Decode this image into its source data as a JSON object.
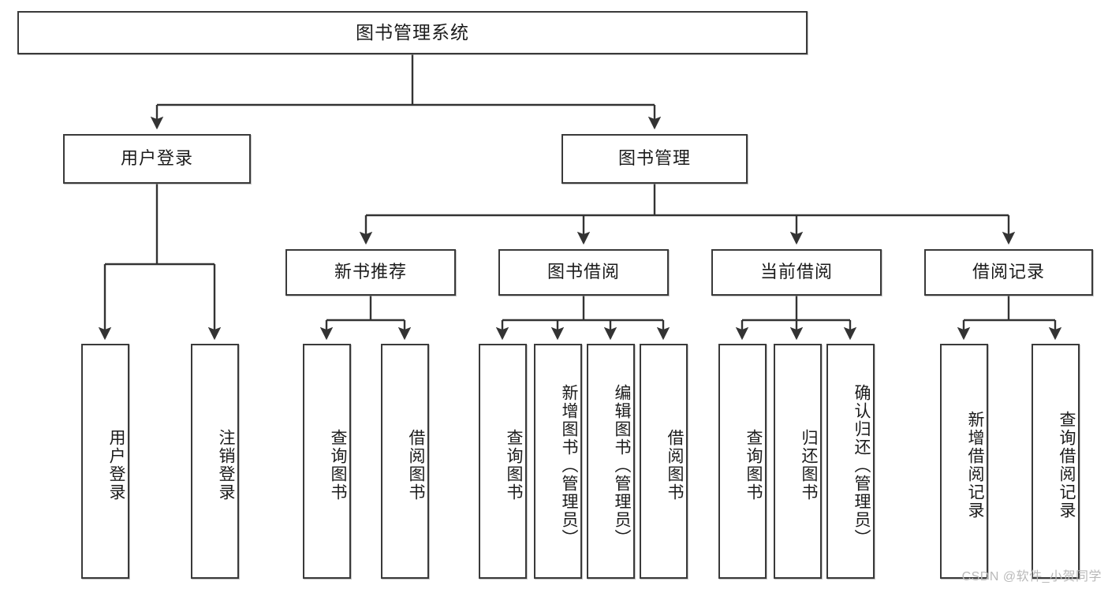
{
  "diagram": {
    "type": "hierarchy-tree",
    "title": "图书管理系统",
    "watermark": "CSDN @软件_小贺同学",
    "colors": {
      "box_border": "#3a3a3a",
      "box_fill": "#ffffff",
      "edge": "#333333",
      "text": "#1b1b1b",
      "watermark": "#b9b9b9"
    },
    "levels": {
      "root": "图书管理系统",
      "level2": [
        "用户登录",
        "图书管理"
      ],
      "level3": [
        "新书推荐",
        "图书借阅",
        "当前借阅",
        "借阅记录"
      ]
    },
    "nodes": {
      "root": {
        "label": "图书管理系统",
        "orientation": "horizontal"
      },
      "user_login": {
        "label": "用户登录",
        "orientation": "horizontal"
      },
      "book_manage": {
        "label": "图书管理",
        "orientation": "horizontal"
      },
      "new_book_rec": {
        "label": "新书推荐",
        "orientation": "horizontal"
      },
      "book_borrow": {
        "label": "图书借阅",
        "orientation": "horizontal"
      },
      "current_borrow": {
        "label": "当前借阅",
        "orientation": "horizontal"
      },
      "borrow_record": {
        "label": "借阅记录",
        "orientation": "horizontal"
      },
      "leaf_user_login": {
        "label": "用户登录",
        "orientation": "vertical"
      },
      "leaf_logout": {
        "label": "注销登录",
        "orientation": "vertical"
      },
      "leaf_query_book_1": {
        "label": "查询图书",
        "orientation": "vertical"
      },
      "leaf_borrow_book_1": {
        "label": "借阅图书",
        "orientation": "vertical"
      },
      "leaf_query_book_2": {
        "label": "查询图书",
        "orientation": "vertical"
      },
      "leaf_add_book": {
        "label": "新增图书（管理员）",
        "orientation": "vertical"
      },
      "leaf_edit_book": {
        "label": "编辑图书（管理员）",
        "orientation": "vertical"
      },
      "leaf_borrow_book_2": {
        "label": "借阅图书",
        "orientation": "vertical"
      },
      "leaf_query_book_3": {
        "label": "查询图书",
        "orientation": "vertical"
      },
      "leaf_return_book": {
        "label": "归还图书",
        "orientation": "vertical"
      },
      "leaf_confirm_return": {
        "label": "确认归还（管理员）",
        "orientation": "vertical"
      },
      "leaf_add_record": {
        "label": "新增借阅记录",
        "orientation": "vertical"
      },
      "leaf_query_record": {
        "label": "查询借阅记录",
        "orientation": "vertical"
      }
    },
    "edges": [
      {
        "from": "root",
        "to": "用户登录"
      },
      {
        "from": "root",
        "to": "图书管理"
      },
      {
        "from": "用户登录",
        "to": "用户登录(叶)"
      },
      {
        "from": "用户登录",
        "to": "注销登录"
      },
      {
        "from": "图书管理",
        "to": "新书推荐"
      },
      {
        "from": "图书管理",
        "to": "图书借阅"
      },
      {
        "from": "图书管理",
        "to": "当前借阅"
      },
      {
        "from": "图书管理",
        "to": "借阅记录"
      },
      {
        "from": "新书推荐",
        "to": "查询图书"
      },
      {
        "from": "新书推荐",
        "to": "借阅图书"
      },
      {
        "from": "图书借阅",
        "to": "查询图书"
      },
      {
        "from": "图书借阅",
        "to": "新增图书（管理员）"
      },
      {
        "from": "图书借阅",
        "to": "编辑图书（管理员）"
      },
      {
        "from": "图书借阅",
        "to": "借阅图书"
      },
      {
        "from": "当前借阅",
        "to": "查询图书"
      },
      {
        "from": "当前借阅",
        "to": "归还图书"
      },
      {
        "from": "当前借阅",
        "to": "确认归还（管理员）"
      },
      {
        "from": "借阅记录",
        "to": "新增借阅记录"
      },
      {
        "from": "借阅记录",
        "to": "查询借阅记录"
      }
    ]
  }
}
